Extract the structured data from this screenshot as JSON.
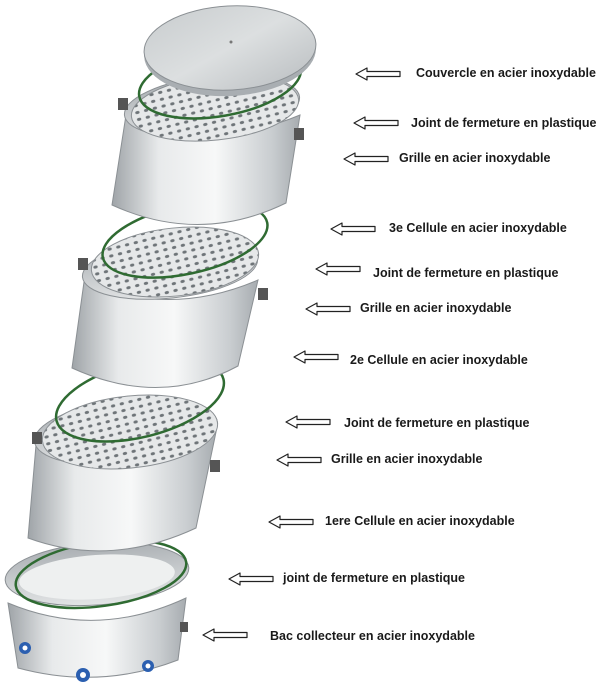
{
  "labels": [
    {
      "text": "Couvercle en acier inoxydable"
    },
    {
      "text": "Joint de fermeture en plastique"
    },
    {
      "text": "Grille en acier inoxydable"
    },
    {
      "text": "3e Cellule en acier inoxydable"
    },
    {
      "text": "Joint de fermeture en plastique"
    },
    {
      "text": "Grille en acier inoxydable"
    },
    {
      "text": "2e Cellule en acier inoxydable"
    },
    {
      "text": "Joint de fermeture en plastique"
    },
    {
      "text": "Grille en acier inoxydable"
    },
    {
      "text": "1ere Cellule en acier inoxydable"
    },
    {
      "text": "joint de fermeture en plastique"
    },
    {
      "text": "Bac collecteur en acier inoxydable"
    }
  ],
  "colors": {
    "steel": "#d9dcde",
    "steel_dark": "#9aa0a5",
    "gasket": "#2f6b32",
    "wheel": "#2b5fb0",
    "text": "#1a1a1a"
  }
}
